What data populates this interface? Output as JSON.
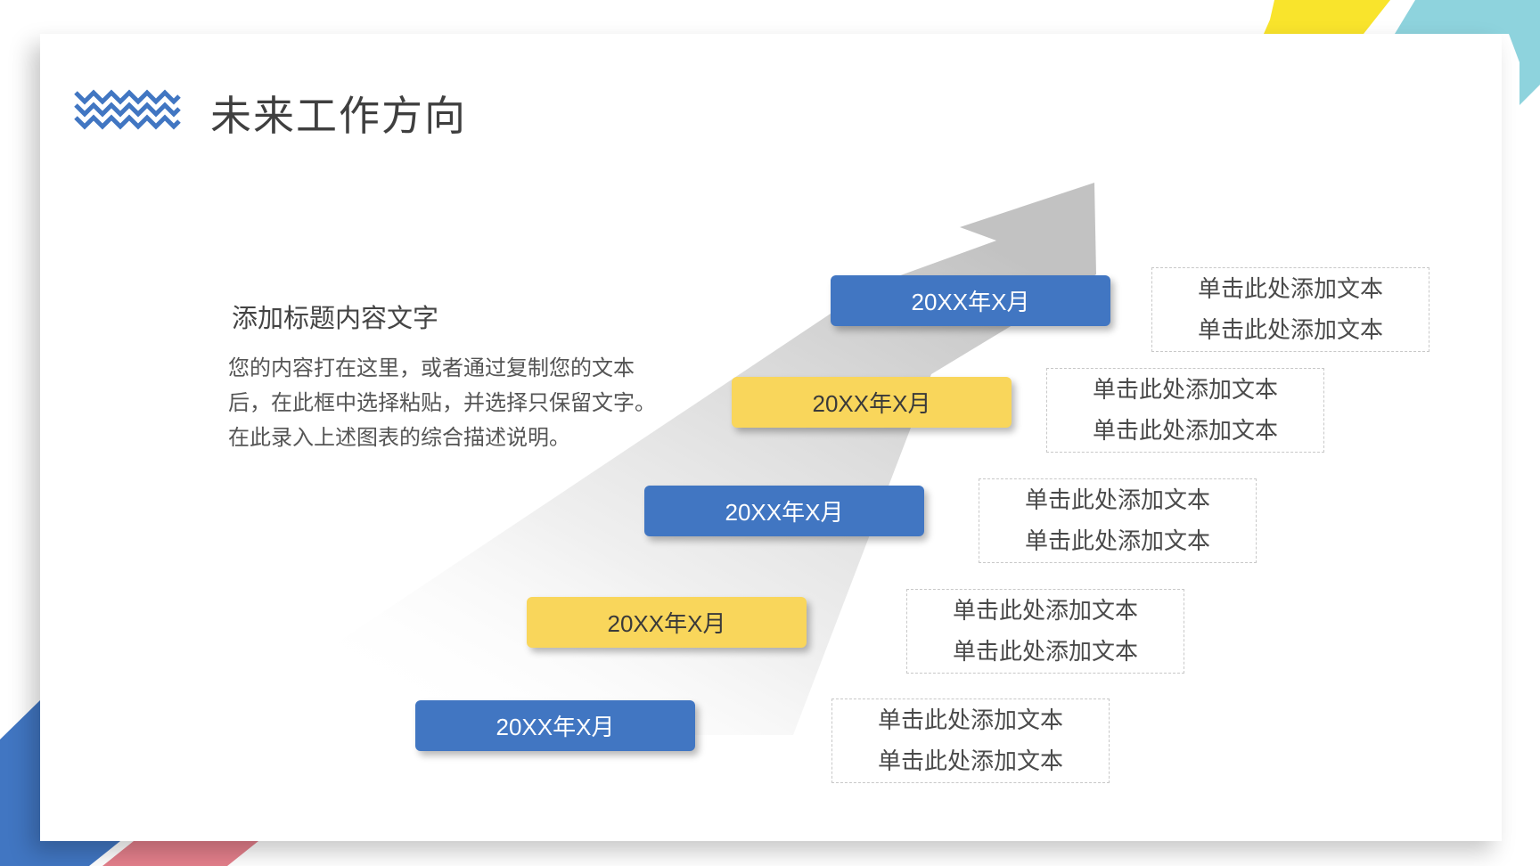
{
  "title": "未来工作方向",
  "subtitle": "添加标题内容文字",
  "body_lines": [
    "您的内容打在这里，或者通过复制您的文本",
    "后，在此框中选择粘贴，并选择只保留文字。",
    "在此录入上述图表的综合描述说明。"
  ],
  "steps": [
    {
      "label": "20XX年X月",
      "color": "#4176c2",
      "text1": "单击此处添加文本",
      "text2": "单击此处添加文本"
    },
    {
      "label": "20XX年X月",
      "color": "#f9d65b",
      "text1": "单击此处添加文本",
      "text2": "单击此处添加文本"
    },
    {
      "label": "20XX年X月",
      "color": "#4176c2",
      "text1": "单击此处添加文本",
      "text2": "单击此处添加文本"
    },
    {
      "label": "20XX年X月",
      "color": "#f9d65b",
      "text1": "单击此处添加文本",
      "text2": "单击此处添加文本"
    },
    {
      "label": "20XX年X月",
      "color": "#4176c2",
      "text1": "单击此处添加文本",
      "text2": "单击此处添加文本"
    }
  ],
  "colors": {
    "blue": "#4176c2",
    "yellow": "#f9d65b",
    "cyan": "#8ed3dd",
    "pink": "#e47f8b",
    "arrow_gray": "#c4c4c4"
  },
  "icons": [
    "zigzag-icon"
  ]
}
